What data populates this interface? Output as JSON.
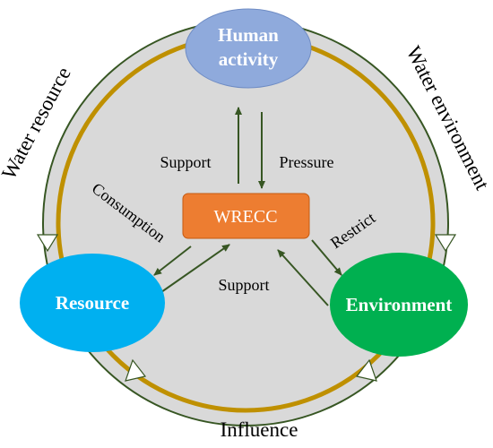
{
  "nodes": {
    "human_activity": {
      "line1": "Human",
      "line2": "activity",
      "fill": "#8faadc",
      "text_color": "#ffffff"
    },
    "wrecc": {
      "label": "WRECC",
      "fill": "#ed7d31",
      "text_color": "#ffffff"
    },
    "resource": {
      "label": "Resource",
      "fill": "#00b0f0",
      "text_color": "#ffffff"
    },
    "environment": {
      "label": "Environment",
      "fill": "#00b050",
      "text_color": "#ffffff"
    }
  },
  "edge_labels": {
    "support_top": "Support",
    "pressure": "Pressure",
    "consumption": "Consumption",
    "restrict": "Restrict",
    "support_bottom": "Support"
  },
  "outer_labels": {
    "water_resource": "Water resource",
    "water_environment": "Water environment",
    "influence": "Influence"
  },
  "colors": {
    "ring_fill": "#d9d9d9",
    "outer_ring": "#375623",
    "inner_ring": "#bf9000",
    "arrow": "#375623",
    "label_text": "#000000"
  }
}
